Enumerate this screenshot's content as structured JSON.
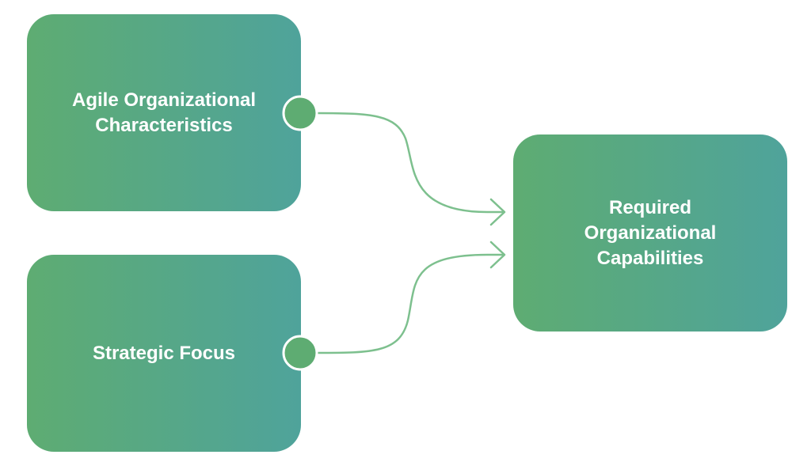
{
  "nodes": {
    "agile": {
      "label": "Agile Organizational\nCharacteristics"
    },
    "strategic": {
      "label": "Strategic Focus"
    },
    "required": {
      "label": "Required\nOrganizational\nCapabilities"
    }
  },
  "colors": {
    "gradient_start": "#5eac72",
    "gradient_end": "#4fa39b",
    "connector": "#7dc08e",
    "text": "#ffffff"
  }
}
